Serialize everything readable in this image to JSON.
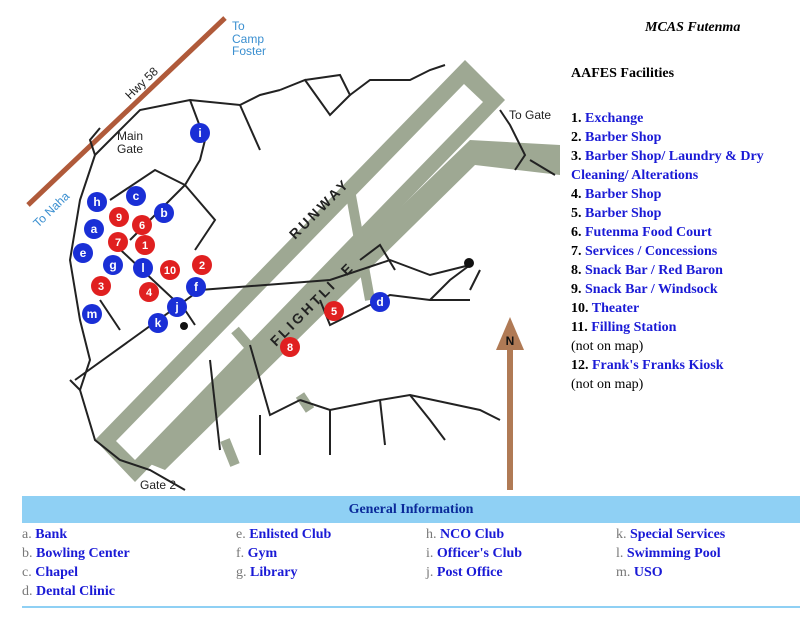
{
  "map": {
    "labels": {
      "hwy": "Hwy 58",
      "to_camp": "To",
      "to_camp2": "Camp",
      "to_camp3": "Foster",
      "to_naha": "To Naha",
      "main_gate1": "Main",
      "main_gate2": "Gate",
      "to_gate": "To Gate",
      "gate2": "Gate 2",
      "runway": "RUNWAY",
      "flightline": "FLIGHTLINE",
      "north": "N"
    },
    "red_markers": [
      "1",
      "2",
      "3",
      "4",
      "5",
      "6",
      "7",
      "8",
      "9",
      "10"
    ],
    "blue_markers": [
      "a",
      "b",
      "c",
      "d",
      "e",
      "f",
      "g",
      "h",
      "i",
      "j",
      "k",
      "l",
      "m"
    ],
    "colors": {
      "red_marker": "#e02020",
      "blue_marker": "#1a2fd6",
      "runway": "#9ea893",
      "road": "#222222",
      "highway": "#b05a3a"
    }
  },
  "header": {
    "title": "MCAS Futenma",
    "facilities_title": "AAFES Facilities"
  },
  "facilities": [
    {
      "num": "1.",
      "label": "Exchange",
      "note": ""
    },
    {
      "num": "2.",
      "label": "Barber Shop",
      "note": ""
    },
    {
      "num": "3.",
      "label": "Barber Shop/ Laundry & Dry Cleaning/ Alterations",
      "note": ""
    },
    {
      "num": "4.",
      "label": "Barber Shop",
      "note": ""
    },
    {
      "num": "5.",
      "label": "Barber Shop",
      "note": ""
    },
    {
      "num": "6.",
      "label": "Futenma Food Court",
      "note": ""
    },
    {
      "num": "7.",
      "label": "Services / Concessions",
      "note": ""
    },
    {
      "num": "8.",
      "label": "Snack Bar / Red Baron",
      "note": ""
    },
    {
      "num": "9.",
      "label": "Snack Bar / Windsock",
      "note": ""
    },
    {
      "num": "10.",
      "label": "Theater",
      "note": ""
    },
    {
      "num": "11.",
      "label": "Filling Station",
      "note": "(not on map)"
    },
    {
      "num": "12.",
      "label": "Frank's Franks Kiosk",
      "note": "(not on map)"
    }
  ],
  "general": {
    "title": "General Information",
    "columns": [
      [
        {
          "letter": "a.",
          "label": "Bank"
        },
        {
          "letter": "b.",
          "label": "Bowling Center"
        },
        {
          "letter": "c.",
          "label": "Chapel"
        },
        {
          "letter": "d.",
          "label": "Dental Clinic"
        }
      ],
      [
        {
          "letter": "e.",
          "label": "Enlisted Club"
        },
        {
          "letter": "f.",
          "label": "Gym"
        },
        {
          "letter": "g.",
          "label": "Library"
        }
      ],
      [
        {
          "letter": "h.",
          "label": "NCO Club"
        },
        {
          "letter": "i.",
          "label": "Officer's Club"
        },
        {
          "letter": "j.",
          "label": "Post Office"
        }
      ],
      [
        {
          "letter": "k.",
          "label": "Special Services"
        },
        {
          "letter": "l.",
          "label": "Swimming Pool"
        },
        {
          "letter": "m.",
          "label": "USO"
        }
      ]
    ]
  }
}
